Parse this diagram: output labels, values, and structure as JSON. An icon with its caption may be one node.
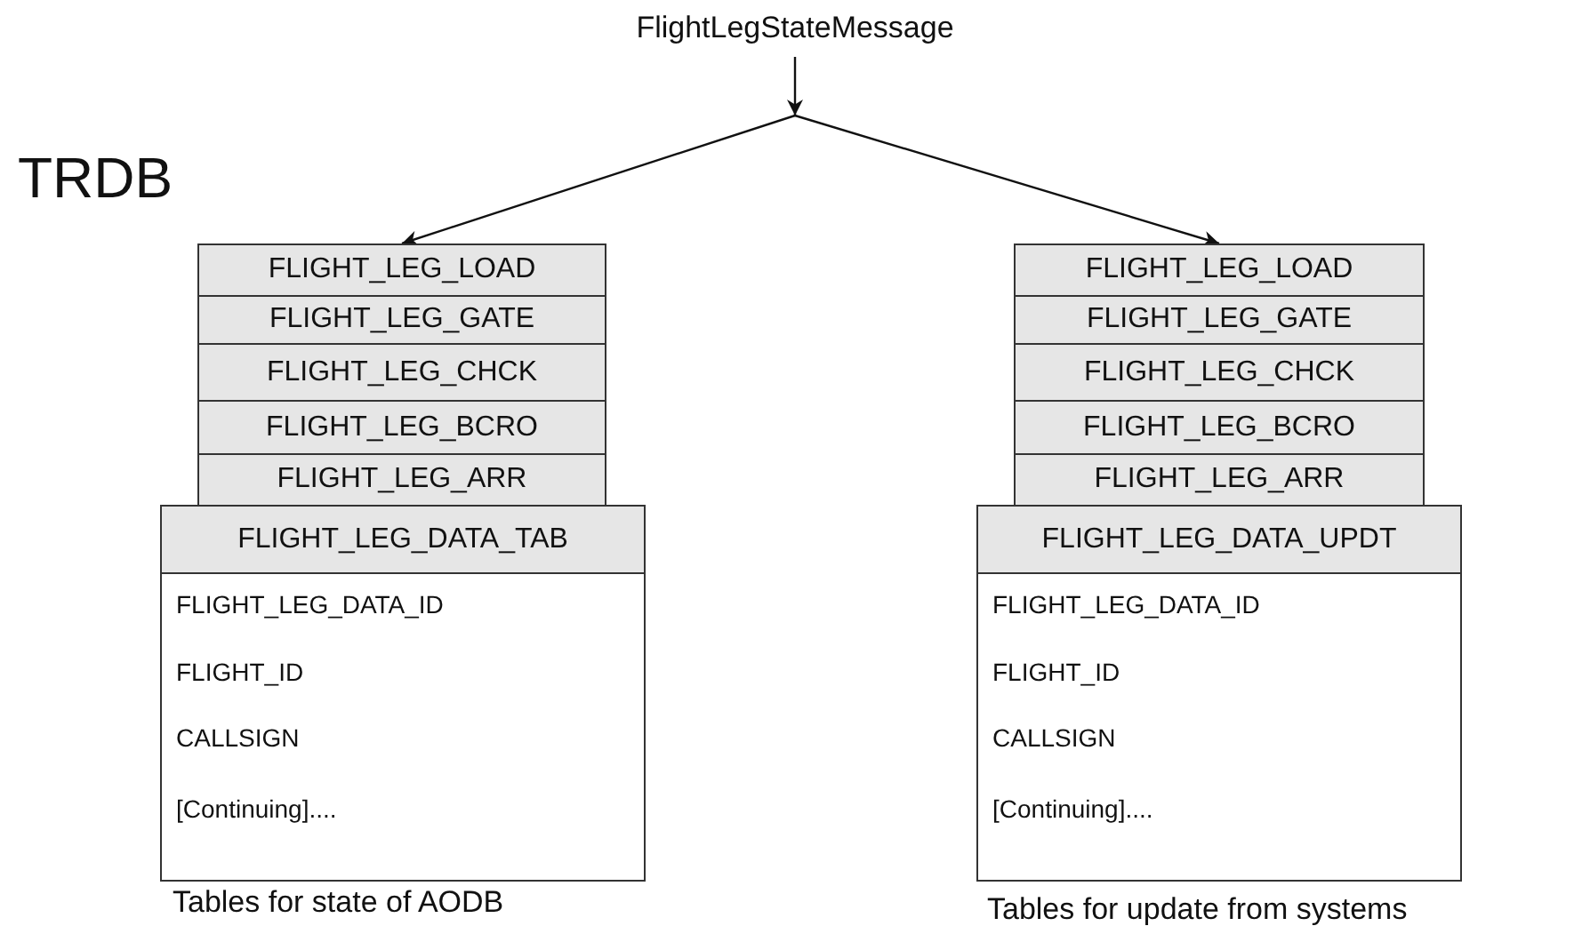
{
  "diagram": {
    "nodes": [
      {
        "text": [
          "FlightLegStateMessage"
        ]
      },
      {
        "text": [
          "FLIGHT_LEG_LOAD"
        ]
      },
      {
        "text": [
          "FLIGHT_LEG_GATE"
        ]
      },
      {
        "text": [
          "FLIGHT_LEG_CHCK"
        ]
      },
      {
        "text": [
          "FLIGHT_LEG_BCRO"
        ]
      },
      {
        "text": [
          "FLIGHT_LEG_ARR"
        ]
      },
      {
        "text": [
          "FLIGHT_LEG_DATA_TAB",
          "FLIGHT_LEG_DATA_ID",
          "FLIGHT_ID",
          "CALLSIGN",
          "[Continuing]...."
        ]
      },
      {
        "text": [
          "FLIGHT_LEG_LOAD"
        ]
      },
      {
        "text": [
          "FLIGHT_LEG_GATE"
        ]
      },
      {
        "text": [
          "FLIGHT_LEG_CHCK"
        ]
      },
      {
        "text": [
          "FLIGHT_LEG_BCRO"
        ]
      },
      {
        "text": [
          "FLIGHT_LEG_ARR"
        ]
      },
      {
        "text": [
          "FLIGHT_LEG_DATA_UPDT",
          "FLIGHT_LEG_DATA_ID",
          "FLIGHT_ID",
          "CALLSIGN",
          "[Continuing]...."
        ]
      }
    ],
    "edges": [
      {
        "from": 0,
        "to": 1,
        "arrow": "to"
      },
      {
        "from": 0,
        "to": 7,
        "arrow": "to"
      }
    ],
    "labels": [
      "TRDB",
      "Tables for state of AODB",
      "Tables for update from systems"
    ]
  }
}
